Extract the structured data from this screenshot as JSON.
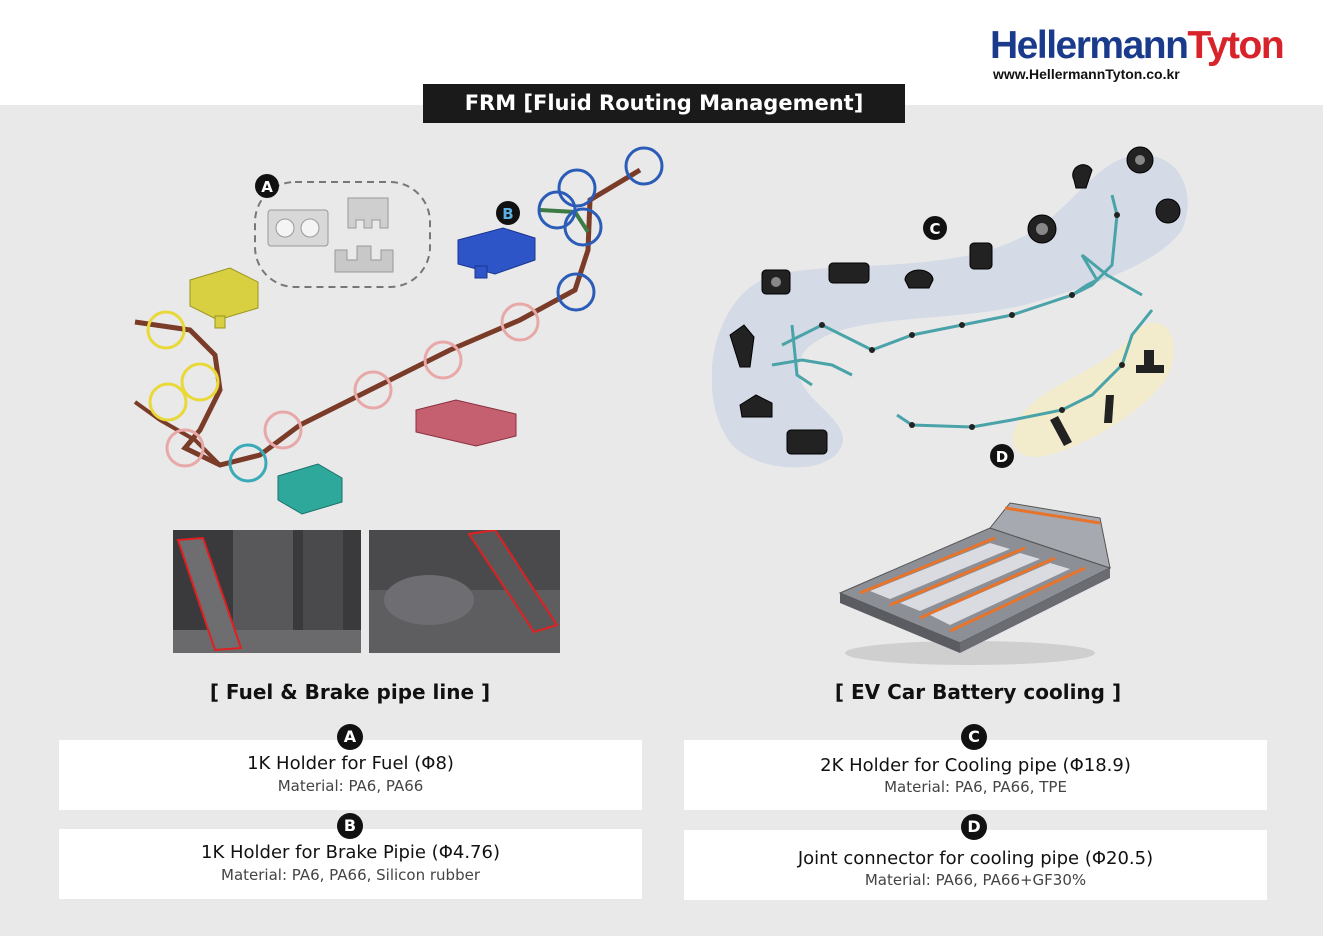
{
  "brand": {
    "name_part1": "Hellermann",
    "name_part2": "Tyton",
    "url": "www.HellermannTyton.co.kr",
    "color_primary": "#1a3a8c",
    "color_accent": "#d8232a"
  },
  "banner": {
    "title": "FRM [Fluid Routing Management]"
  },
  "left": {
    "heading": "[ Fuel & Brake pipe line ]",
    "callouts": {
      "a": "A",
      "b": "B"
    },
    "items": [
      {
        "badge": "A",
        "title": "1K Holder for Fuel (Φ8)",
        "material": "Material: PA6, PA66"
      },
      {
        "badge": "B",
        "title": "1K Holder for Brake Pipie (Φ4.76)",
        "material": "Material: PA6, PA66, Silicon rubber"
      }
    ]
  },
  "right": {
    "heading": "[ EV Car Battery cooling ]",
    "callouts": {
      "c": "C",
      "d": "D"
    },
    "items": [
      {
        "badge": "C",
        "title": "2K Holder for Cooling pipe (Φ18.9)",
        "material": "Material: PA6, PA66, TPE"
      },
      {
        "badge": "D",
        "title": "Joint connector for cooling pipe (Φ20.5)",
        "material": "Material: PA66, PA66+GF30%"
      }
    ]
  },
  "colors": {
    "yellow_ring": "#e8d838",
    "pink_ring": "#e8a8a8",
    "blue_ring": "#2a5cb8",
    "teal_ring": "#3aaab8",
    "blue_zone": "#d4dae6",
    "yellow_zone": "#f2eccc"
  }
}
